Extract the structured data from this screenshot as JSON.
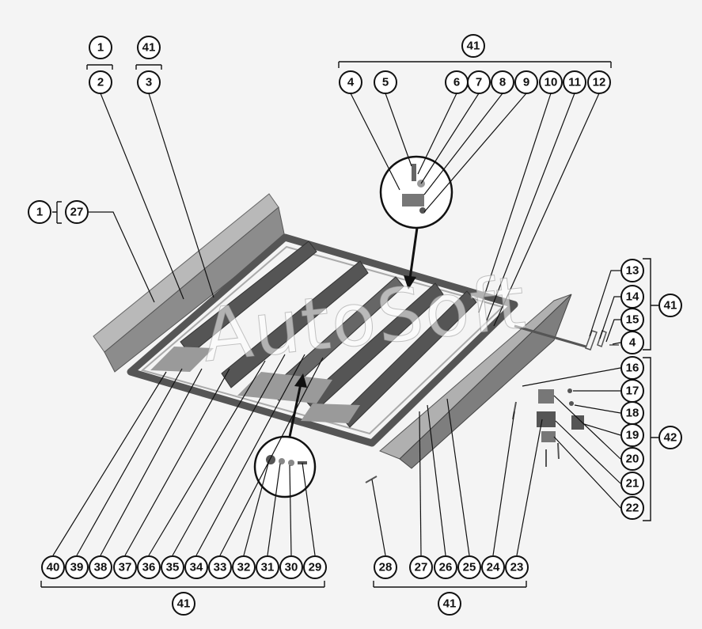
{
  "watermark": "AutoSoft",
  "callouts": {
    "c1a": "1",
    "c41a": "41",
    "c2": "2",
    "c3": "3",
    "c41top": "41",
    "c4": "4",
    "c5": "5",
    "c6": "6",
    "c7": "7",
    "c8": "8",
    "c9": "9",
    "c10": "10",
    "c11": "11",
    "c12": "12",
    "c1b": "1",
    "c27a": "27",
    "c13": "13",
    "c14": "14",
    "c15": "15",
    "c4b": "4",
    "c41r": "41",
    "c16": "16",
    "c17": "17",
    "c18": "18",
    "c19": "19",
    "c20": "20",
    "c21": "21",
    "c22": "22",
    "c42": "42",
    "c40": "40",
    "c39": "39",
    "c38": "38",
    "c37": "37",
    "c36": "36",
    "c35": "35",
    "c34": "34",
    "c33": "33",
    "c32": "32",
    "c31": "31",
    "c30": "30",
    "c29": "29",
    "c41bl": "41",
    "c28": "28",
    "c27b": "27",
    "c26": "26",
    "c25": "25",
    "c24": "24",
    "c23": "23",
    "c41br": "41"
  }
}
